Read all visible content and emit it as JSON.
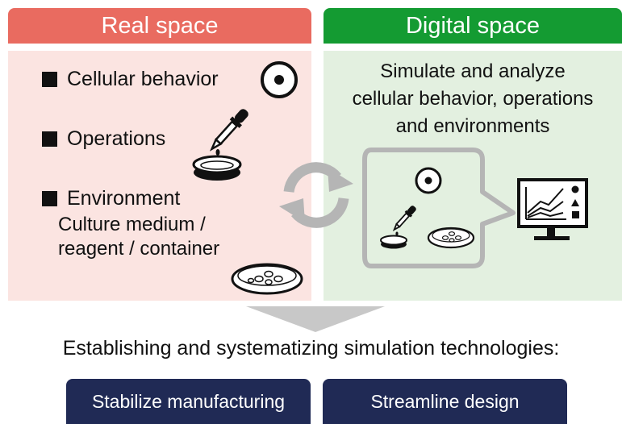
{
  "real": {
    "title": "Real space",
    "cellular": "Cellular behavior",
    "operations": "Operations",
    "environment": "Environment",
    "environment_sub": [
      "Culture medium /",
      "reagent / container"
    ]
  },
  "digital": {
    "title": "Digital space",
    "description": [
      "Simulate and analyze",
      "cellular behavior, operations",
      "and environments"
    ]
  },
  "conclusion": "Establishing and systematizing simulation technologies:",
  "buttons": {
    "stabilize": "Stabilize manufacturing",
    "streamline": "Streamline design"
  },
  "colors": {
    "real_header": "#e96b60",
    "real_panel": "#fbe4e1",
    "digital_header": "#149b32",
    "digital_panel": "#e3f0e0",
    "button": "#202a55"
  }
}
